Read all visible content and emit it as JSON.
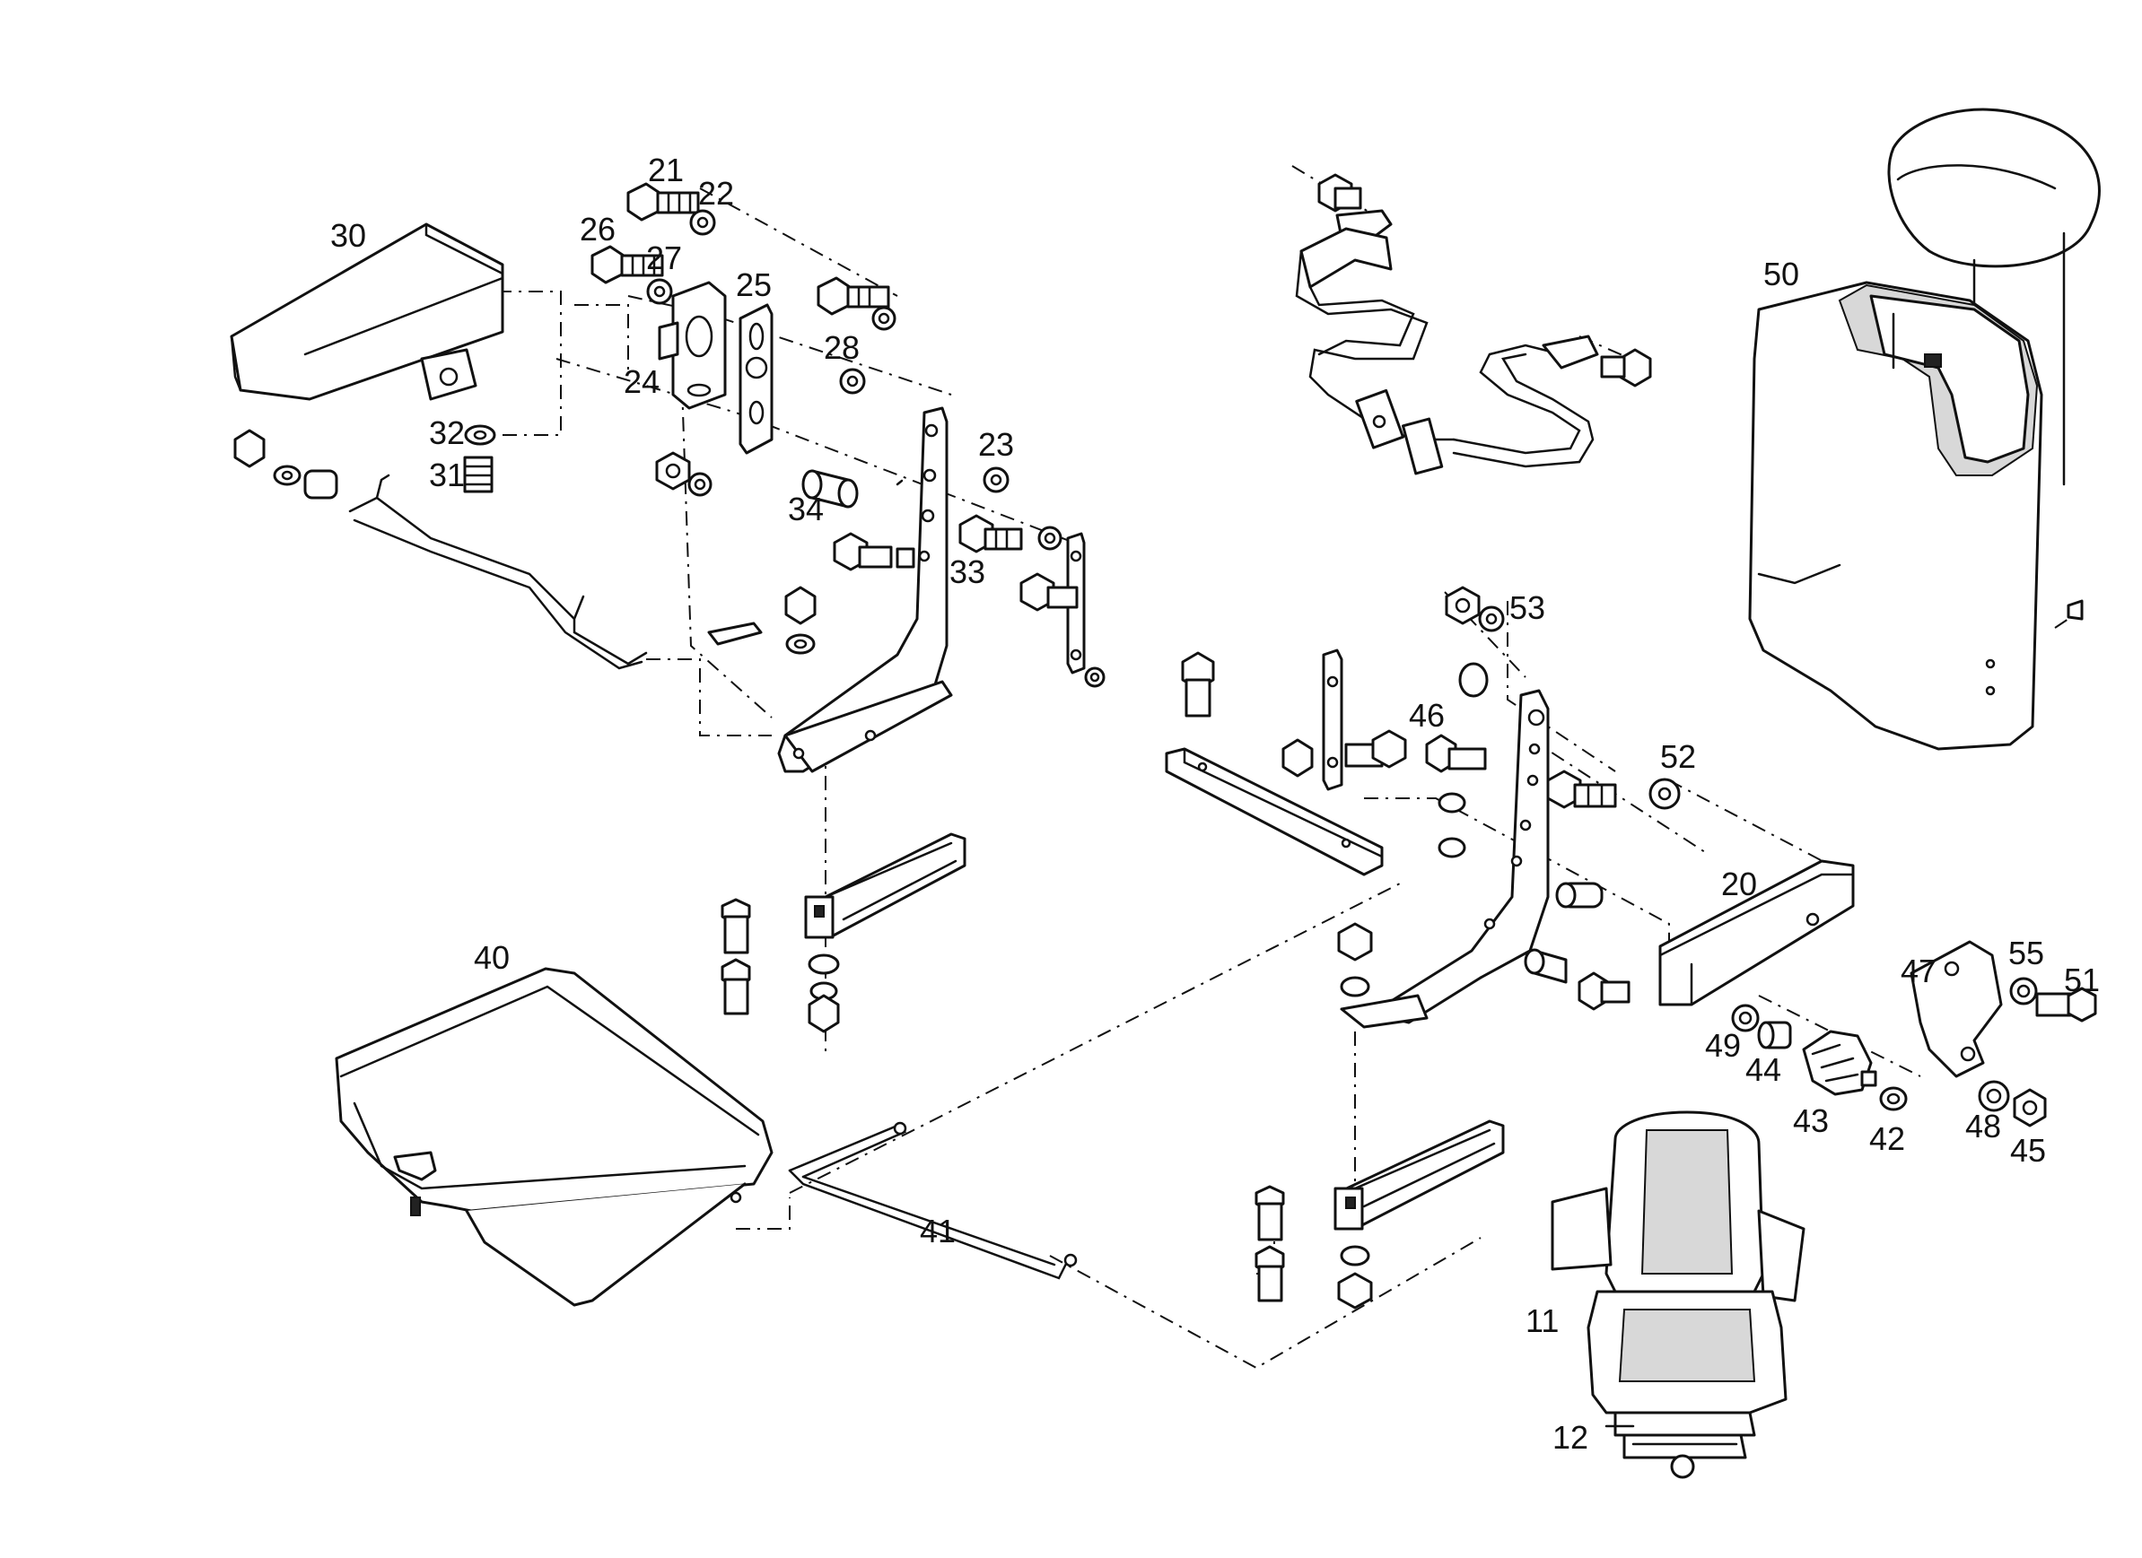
{
  "labels": {
    "11": "11",
    "12": "12",
    "20": "20",
    "21": "21",
    "22": "22",
    "23": "23",
    "24": "24",
    "25": "25",
    "26": "26",
    "27": "27",
    "28": "28",
    "30": "30",
    "31": "31",
    "32": "32",
    "33": "33",
    "34": "34",
    "40": "40",
    "41": "41",
    "42": "42",
    "43": "43",
    "44": "44",
    "45": "45",
    "46": "46",
    "47": "47",
    "48": "48",
    "49": "49",
    "50": "50",
    "51": "51",
    "52": "52",
    "53": "53",
    "55": "55"
  }
}
